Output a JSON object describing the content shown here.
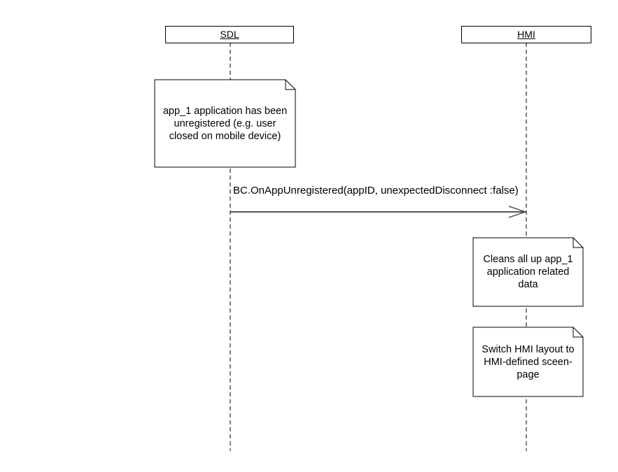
{
  "participants": {
    "sdl": "SDL",
    "hmi": "HMI"
  },
  "notes": {
    "app_unregistered": "app_1 application has been unregistered (e.g. user closed on mobile device)",
    "cleans_up": "Cleans all up app_1 application related data",
    "switch_layout": "Switch HMI layout to HMI-defined sceen-page"
  },
  "messages": {
    "on_app_unregistered": "BC.OnAppUnregistered(appID, unexpectedDisconnect :false)"
  }
}
